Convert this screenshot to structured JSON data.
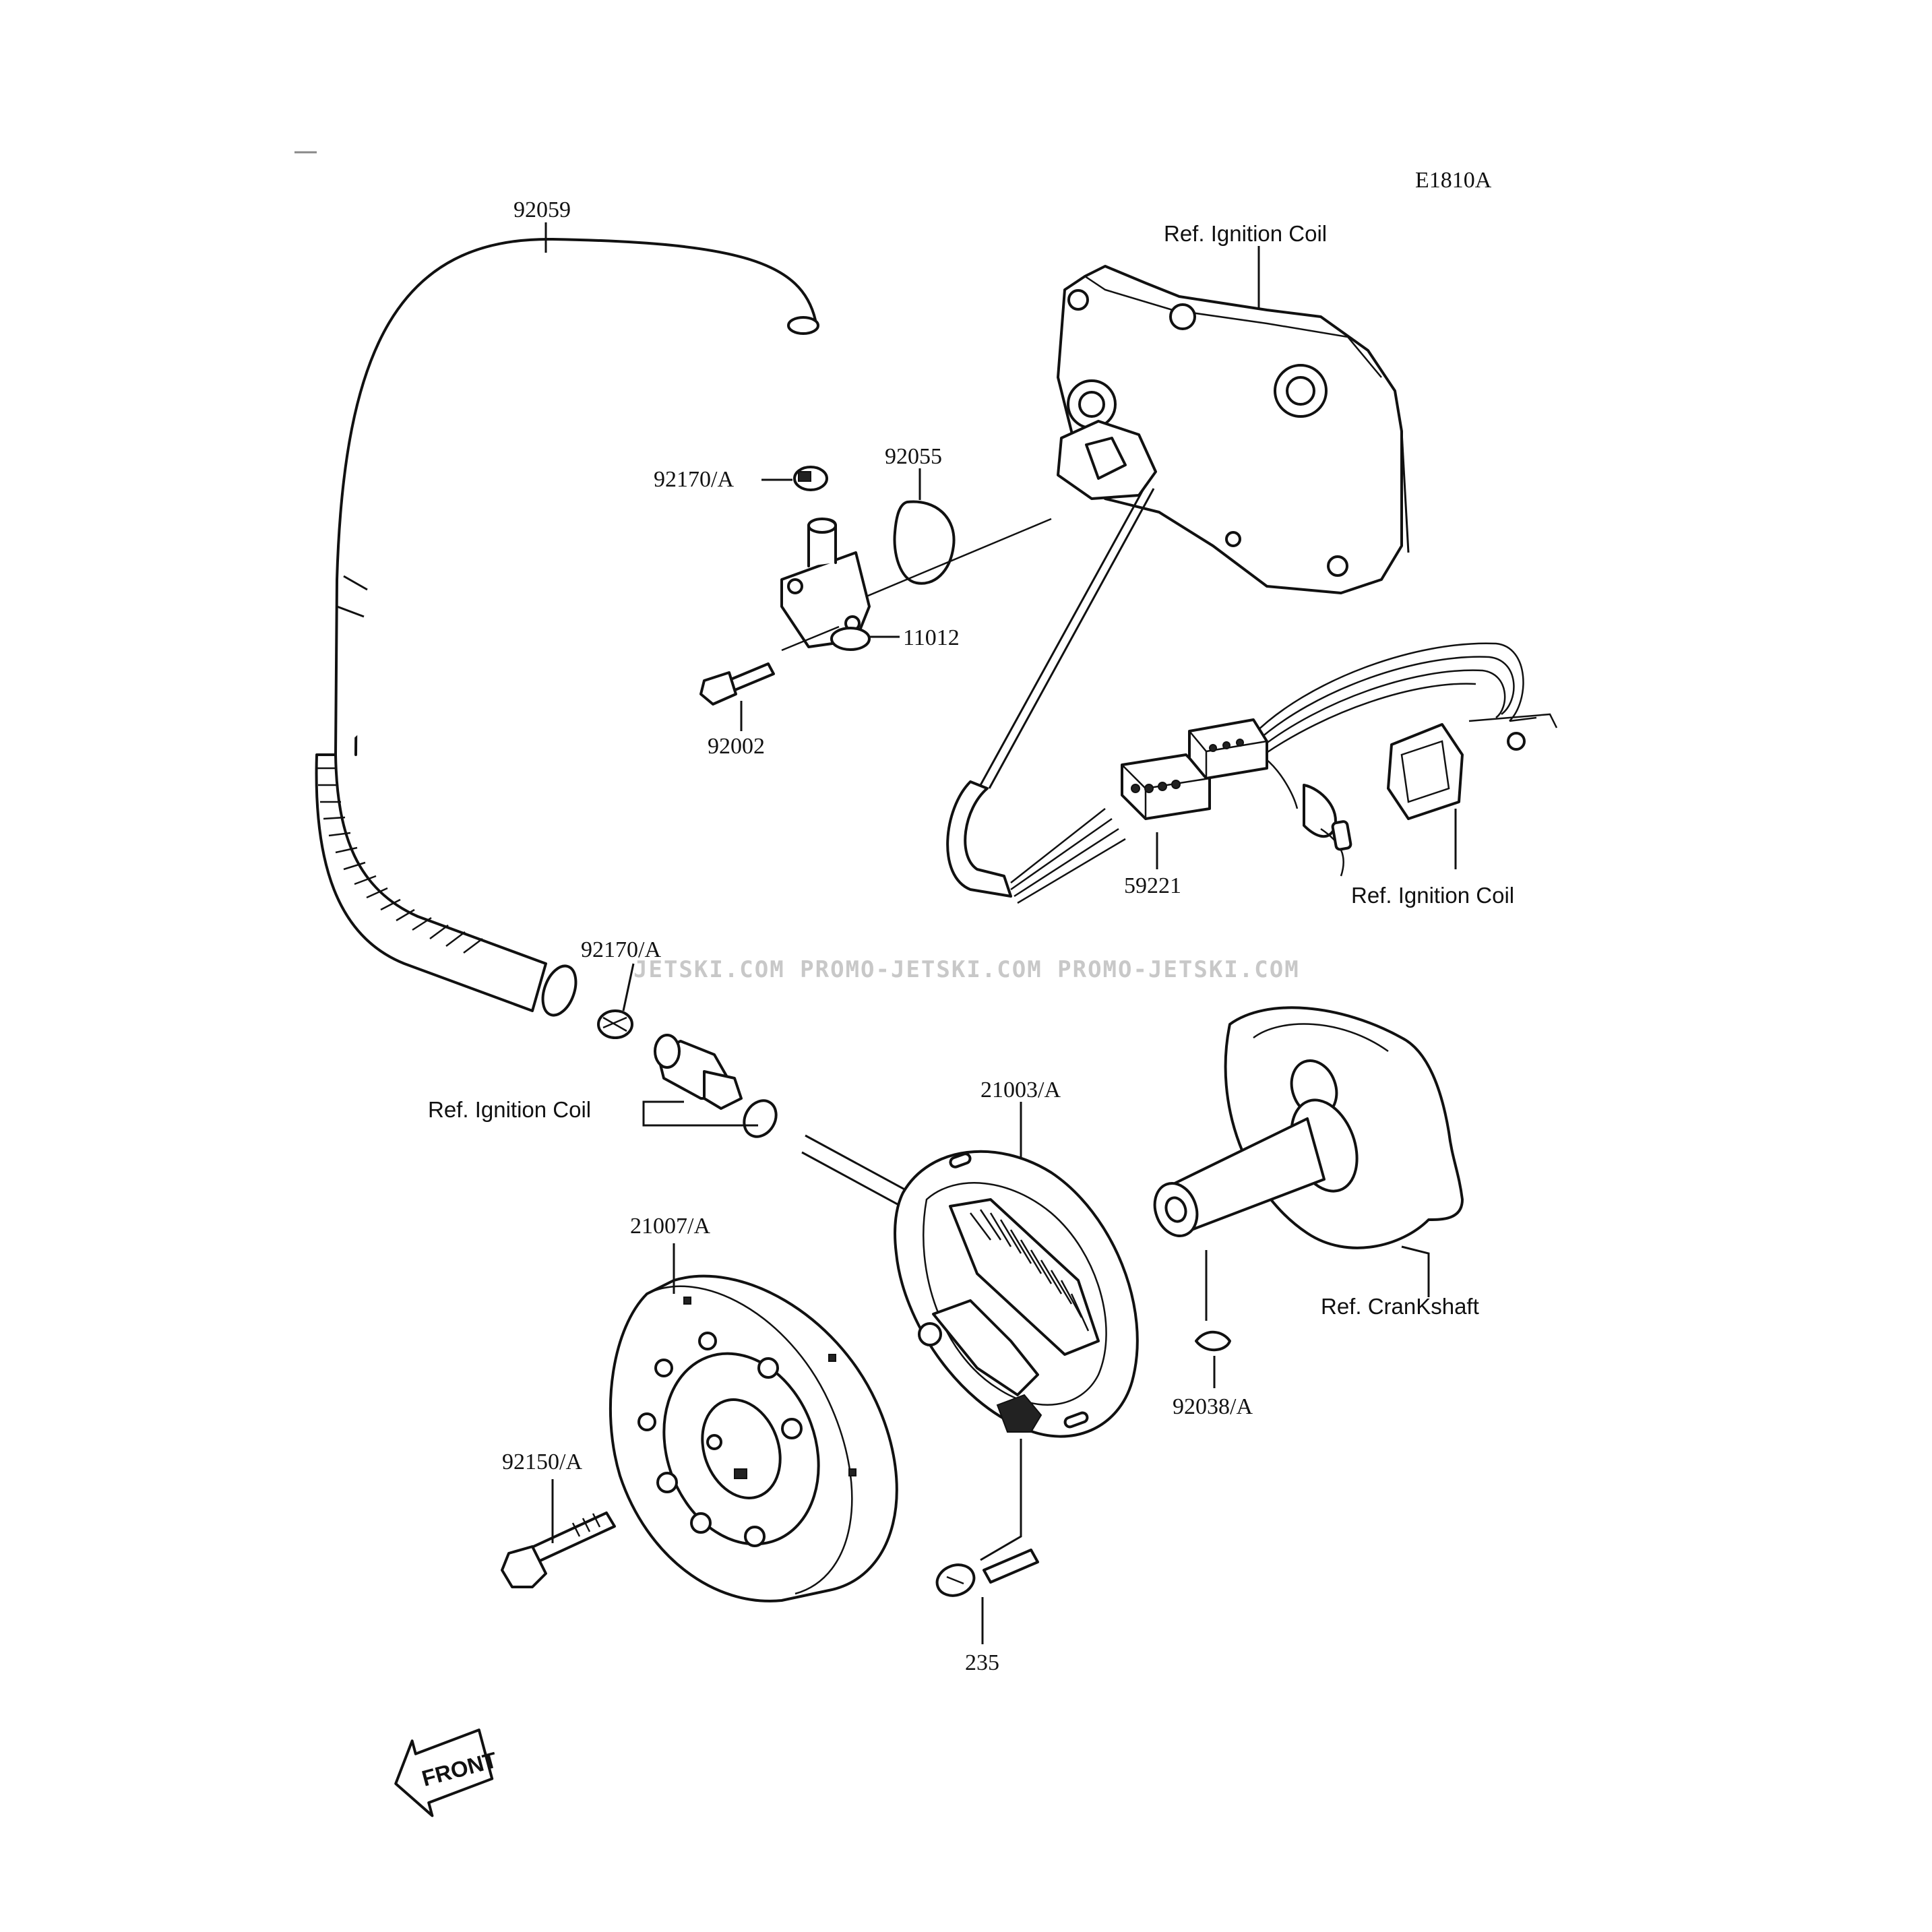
{
  "diagram_code": "E1810A",
  "labels": {
    "hose": "92059",
    "clamp_top": "92170/A",
    "o_ring": "92055",
    "fitting": "11012",
    "bolt_top": "92002",
    "coil_ref_top": "Ref. Ignition Coil",
    "connector": "59221",
    "coil_ref_right": "Ref. Ignition Coil",
    "clamp_mid": "92170/A",
    "coil_ref_left": "Ref. Ignition Coil",
    "stator": "21003/A",
    "flywheel": "21007/A",
    "crankshaft_ref": "Ref. CranKshaft",
    "key": "92038/A",
    "bolt_flywheel": "92150/A",
    "screw": "235"
  },
  "watermark": "JETSKI.COM   PROMO-JETSKI.COM   PROMO-JETSKI.COM",
  "front_arrow_text": "FRONT"
}
